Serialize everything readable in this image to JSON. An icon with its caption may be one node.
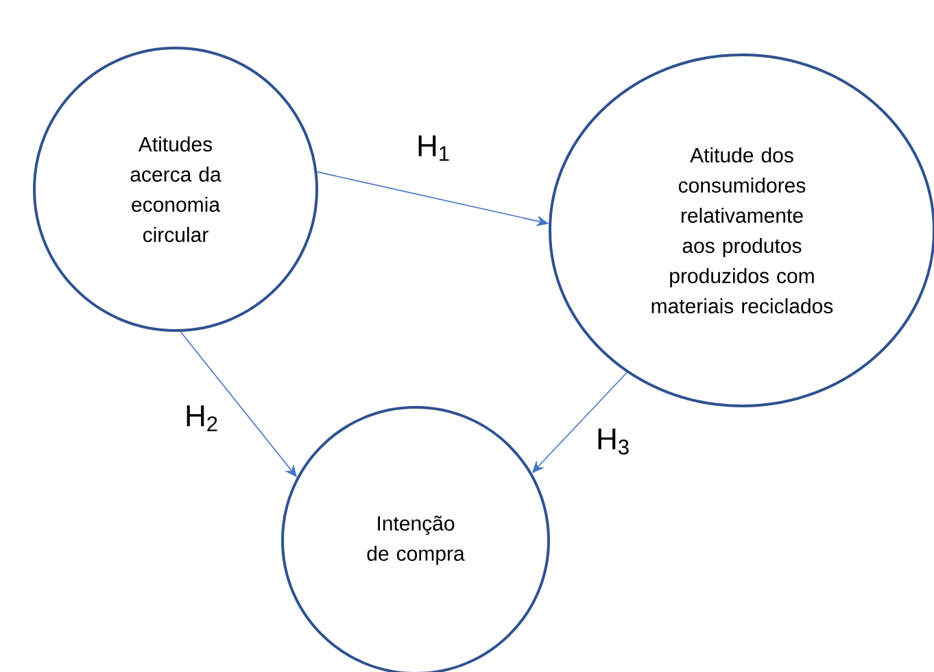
{
  "diagram": {
    "nodes": [
      {
        "text": [
          "Atitudes acerca da economia circular"
        ]
      },
      {
        "text": [
          "Atitude dos consumidores relativamente aos produtos produzidos com materiais reciclados"
        ]
      },
      {
        "text": [
          "Intenção de compra"
        ]
      }
    ],
    "edges": [
      {
        "from": 0,
        "to": 1,
        "arrow": "to",
        "label": "H$_{1}$"
      },
      {
        "from": 0,
        "to": 2,
        "arrow": "to",
        "label": "H$_{2}$"
      },
      {
        "from": 1,
        "to": 2,
        "arrow": "to",
        "label": "H$_{3}$"
      }
    ]
  }
}
